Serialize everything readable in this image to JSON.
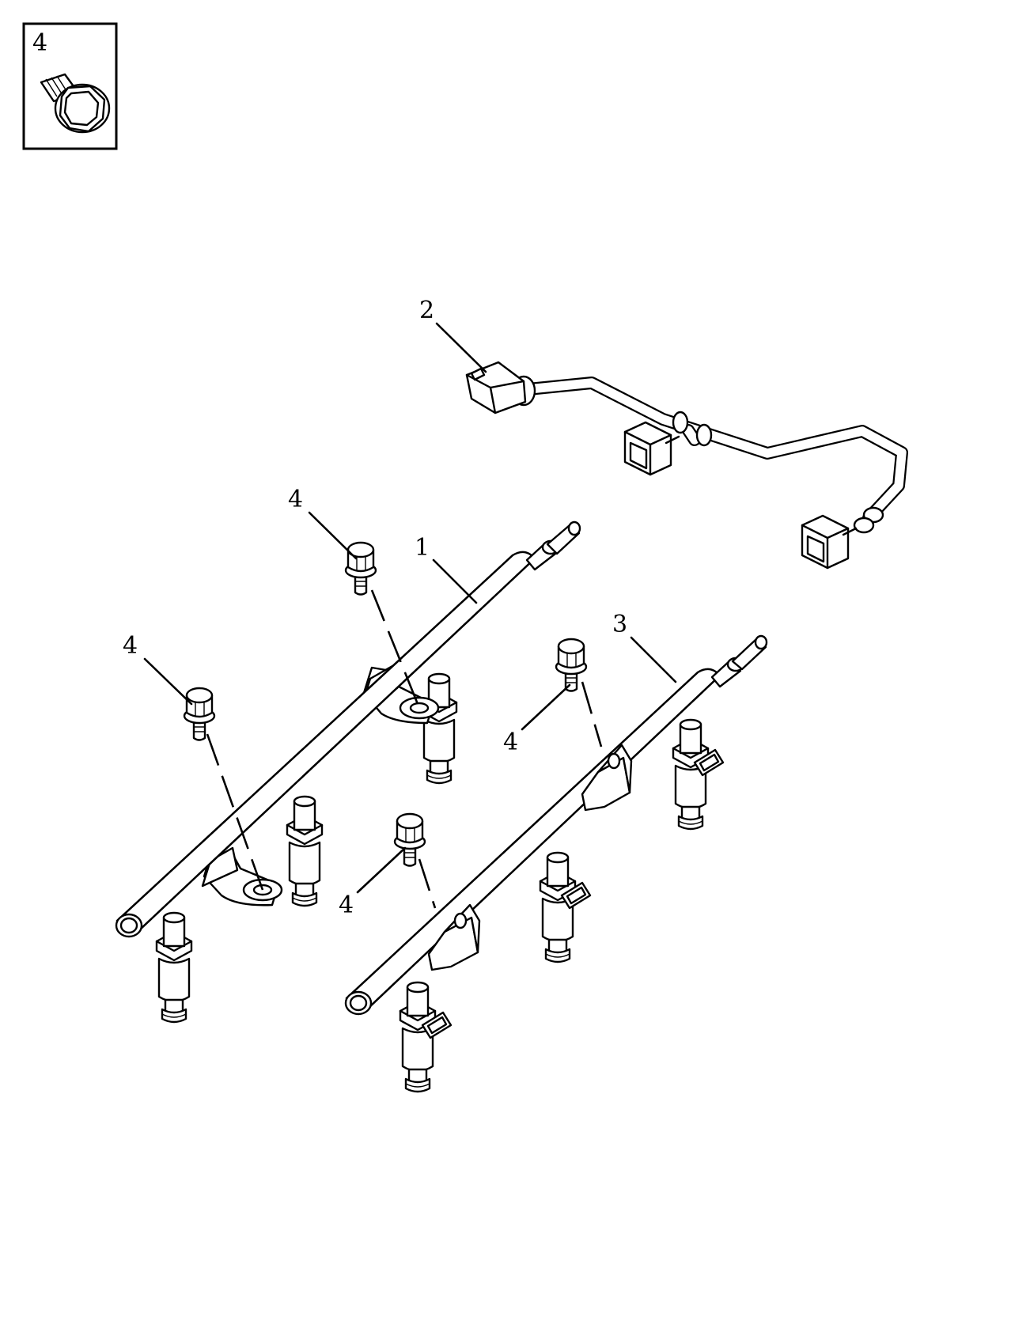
{
  "callouts": {
    "inset_part": "4",
    "fuel_rail_left": "1",
    "fuel_pipe": "2",
    "fuel_rail_right": "3",
    "bolt_upper_left": "4",
    "bolt_left": "4",
    "bolt_right_upper": "4",
    "bolt_right_lower": "4"
  }
}
